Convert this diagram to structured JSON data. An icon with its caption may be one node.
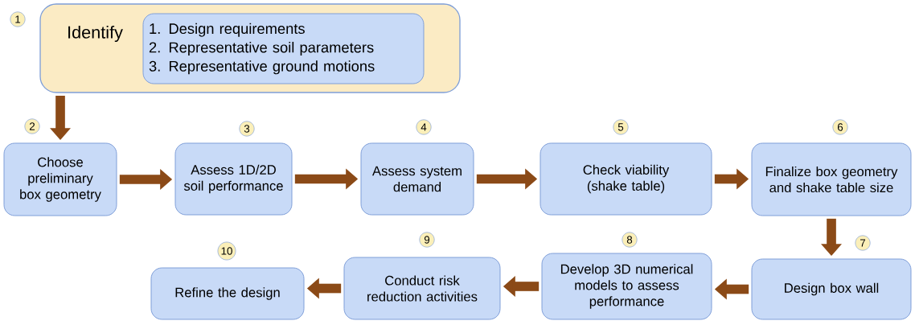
{
  "diagram": {
    "nodes": [
      {
        "text": [
          "Identify"
        ],
        "beside": [
          "1"
        ]
      },
      {
        "text": [
          "1. Design requirements",
          "2. Representative soil parameters",
          "3. Representative ground motions"
        ],
        "in": 0
      },
      {
        "text": [
          "Choose preliminary box geometry"
        ],
        "beside": [
          "2"
        ]
      },
      {
        "text": [
          "Assess 1D/2D soil performance"
        ],
        "beside": [
          "3"
        ]
      },
      {
        "text": [
          "Assess system demand"
        ],
        "beside": [
          "4"
        ]
      },
      {
        "text": [
          "Check viability (shake table)"
        ],
        "beside": [
          "5"
        ]
      },
      {
        "text": [
          "Finalize box geometry and shake table size"
        ],
        "beside": [
          "6"
        ]
      },
      {
        "text": [
          "Design box wall"
        ],
        "beside": [
          "7"
        ]
      },
      {
        "text": [
          "Develop 3D numerical models to assess performance"
        ],
        "beside": [
          "8"
        ]
      },
      {
        "text": [
          "Conduct risk reduction activities"
        ],
        "beside": [
          "9"
        ]
      },
      {
        "text": [
          "Refine the design"
        ],
        "beside": [
          "10"
        ]
      }
    ],
    "edges": [
      {
        "from": 0,
        "to": 2,
        "arrow": "to"
      },
      {
        "from": 2,
        "to": 3,
        "arrow": "to"
      },
      {
        "from": 3,
        "to": 4,
        "arrow": "to"
      },
      {
        "from": 4,
        "to": 5,
        "arrow": "to"
      },
      {
        "from": 5,
        "to": 6,
        "arrow": "to"
      },
      {
        "from": 6,
        "to": 7,
        "arrow": "to"
      },
      {
        "from": 7,
        "to": 8,
        "arrow": "to"
      },
      {
        "from": 8,
        "to": 9,
        "arrow": "to"
      },
      {
        "from": 9,
        "to": 10,
        "arrow": "to"
      }
    ]
  }
}
